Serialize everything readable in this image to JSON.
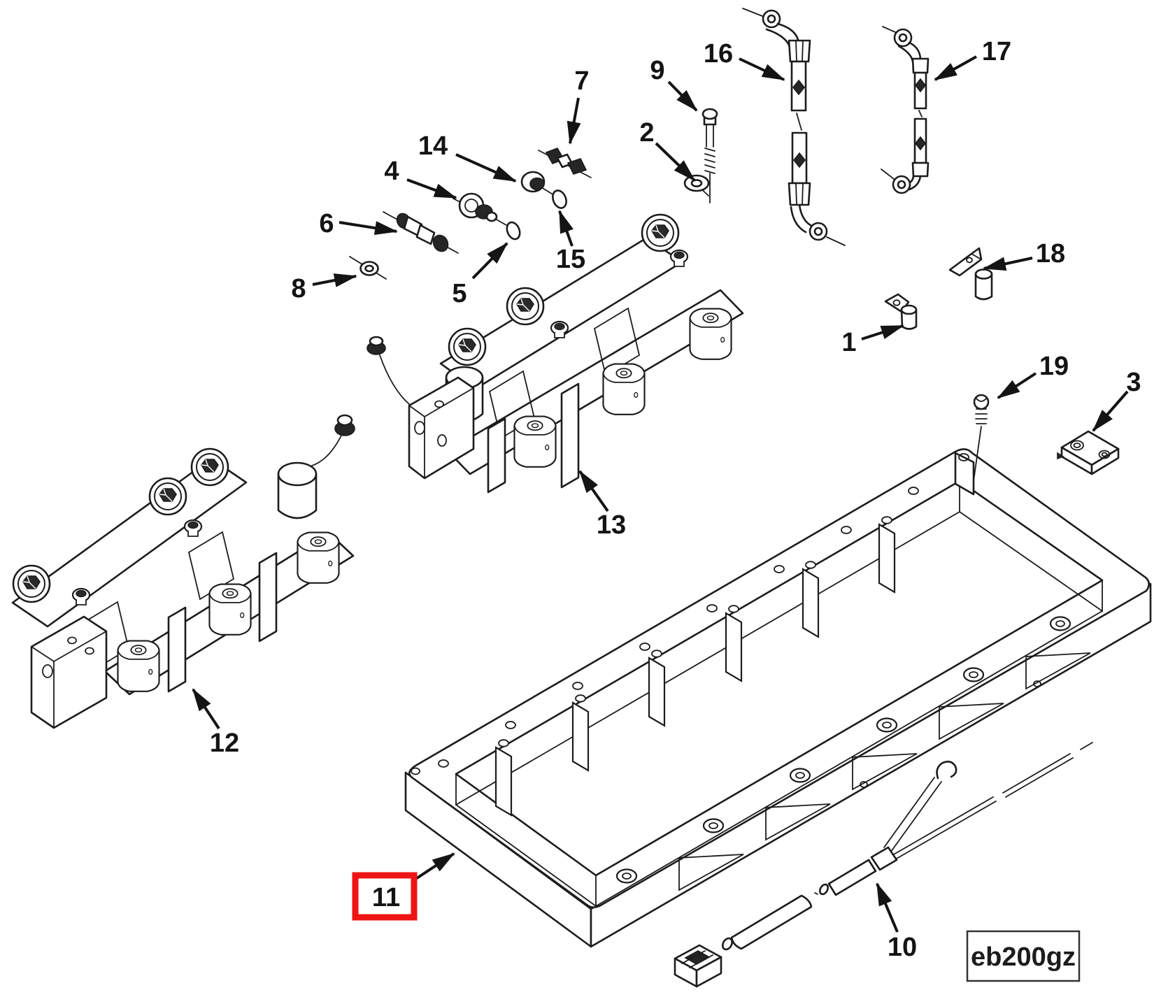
{
  "figure": {
    "type": "exploded-parts-diagram",
    "code_label": "eb200gz",
    "highlight_color": "#ee1414",
    "highlighted_callout": "11",
    "line_color": "#1c1c1c",
    "background_color": "#ffffff"
  },
  "callouts": [
    {
      "label": "1"
    },
    {
      "label": "2"
    },
    {
      "label": "3"
    },
    {
      "label": "4"
    },
    {
      "label": "5"
    },
    {
      "label": "6"
    },
    {
      "label": "7"
    },
    {
      "label": "8"
    },
    {
      "label": "9"
    },
    {
      "label": "10"
    },
    {
      "label": "11"
    },
    {
      "label": "12"
    },
    {
      "label": "13"
    },
    {
      "label": "14"
    },
    {
      "label": "15"
    },
    {
      "label": "16"
    },
    {
      "label": "17"
    },
    {
      "label": "18"
    },
    {
      "label": "19"
    }
  ]
}
